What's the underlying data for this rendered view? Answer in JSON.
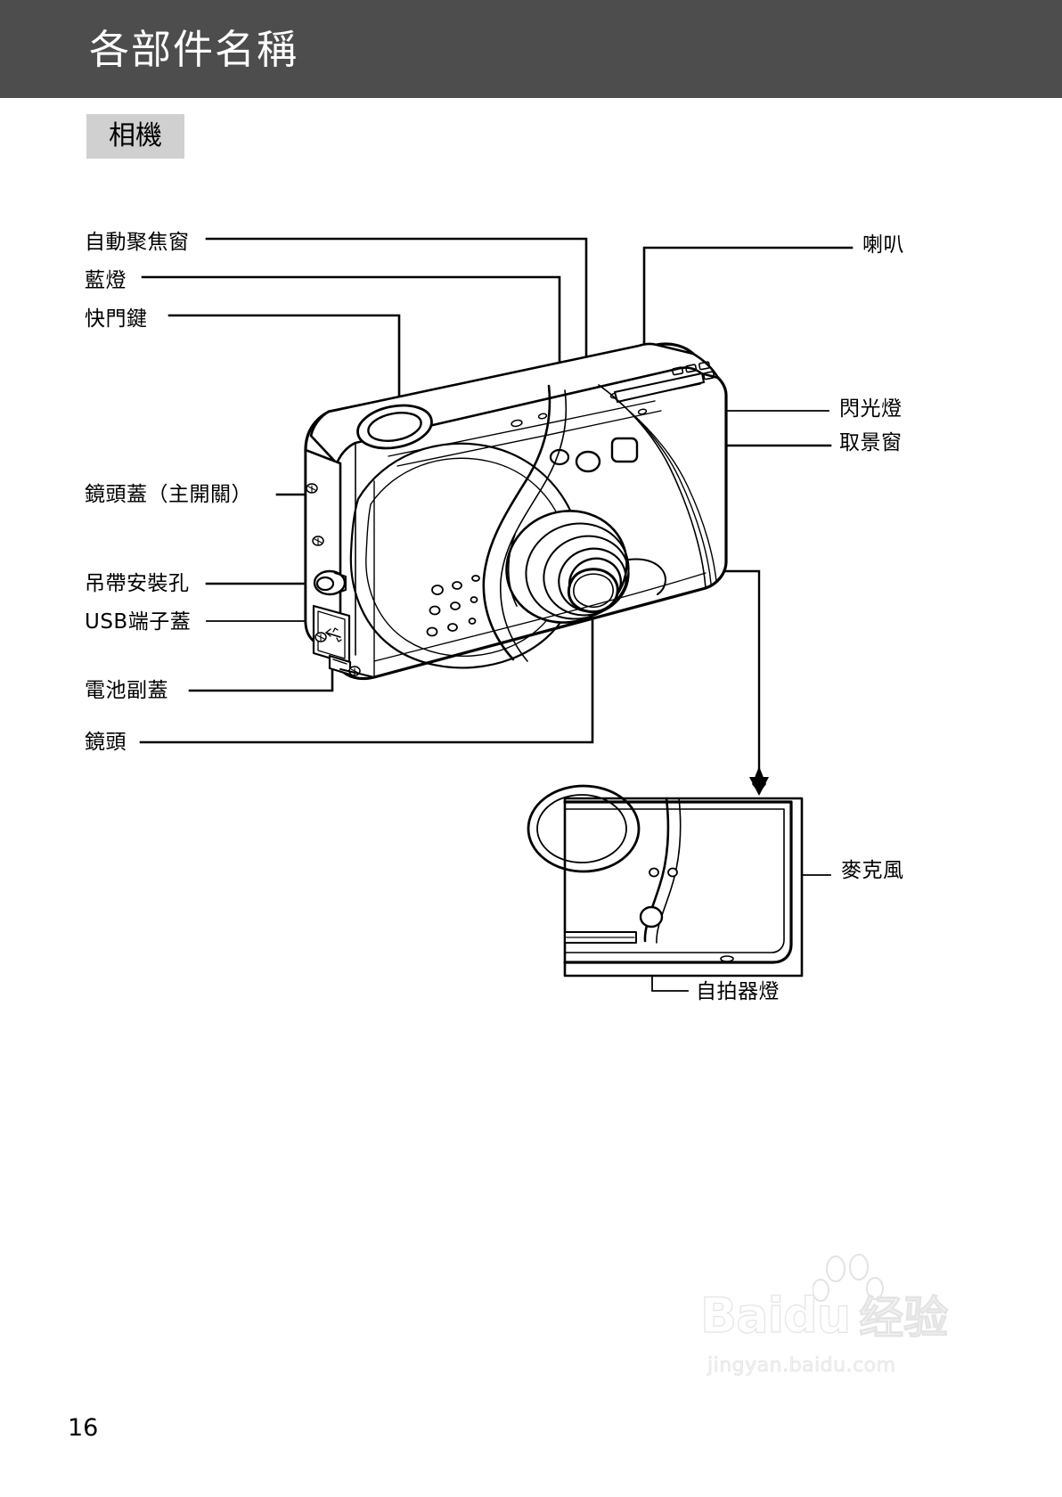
{
  "header": {
    "title": "各部件名稱"
  },
  "section": {
    "label": "相機"
  },
  "diagram": {
    "main_view_alt": "camera-front-three-quarter-line-drawing",
    "detail_view_alt": "camera-bottom-left-corner-detail-line-drawing",
    "callouts_left": [
      {
        "id": "af-window",
        "label": "自動聚焦窗"
      },
      {
        "id": "blue-lamp",
        "label": "藍燈"
      },
      {
        "id": "shutter-button",
        "label": "快門鍵"
      },
      {
        "id": "lens-cover",
        "label": "鏡頭蓋（主開關）"
      },
      {
        "id": "strap-eyelet",
        "label": "吊帶安裝孔"
      },
      {
        "id": "usb-cover",
        "label": "USB端子蓋"
      },
      {
        "id": "battery-cover",
        "label": "電池副蓋"
      },
      {
        "id": "lens",
        "label": "鏡頭"
      }
    ],
    "callouts_right": [
      {
        "id": "speaker",
        "label": "喇叭"
      },
      {
        "id": "flash",
        "label": "閃光燈"
      },
      {
        "id": "viewfinder",
        "label": "取景窗"
      },
      {
        "id": "microphone",
        "label": "麥克風"
      }
    ],
    "callouts_detail": [
      {
        "id": "self-timer-lamp",
        "label": "自拍器燈"
      }
    ]
  },
  "footer": {
    "page_number": "16"
  },
  "watermark": {
    "brand": "Baidu",
    "brand_cn": "经验",
    "url": "jingyan.baidu.com"
  },
  "colors": {
    "header_bg": "#4d4d4d",
    "header_text": "#ffffff",
    "chip_bg": "#d0d0d0",
    "page_bg": "#ffffff",
    "line": "#000000"
  }
}
